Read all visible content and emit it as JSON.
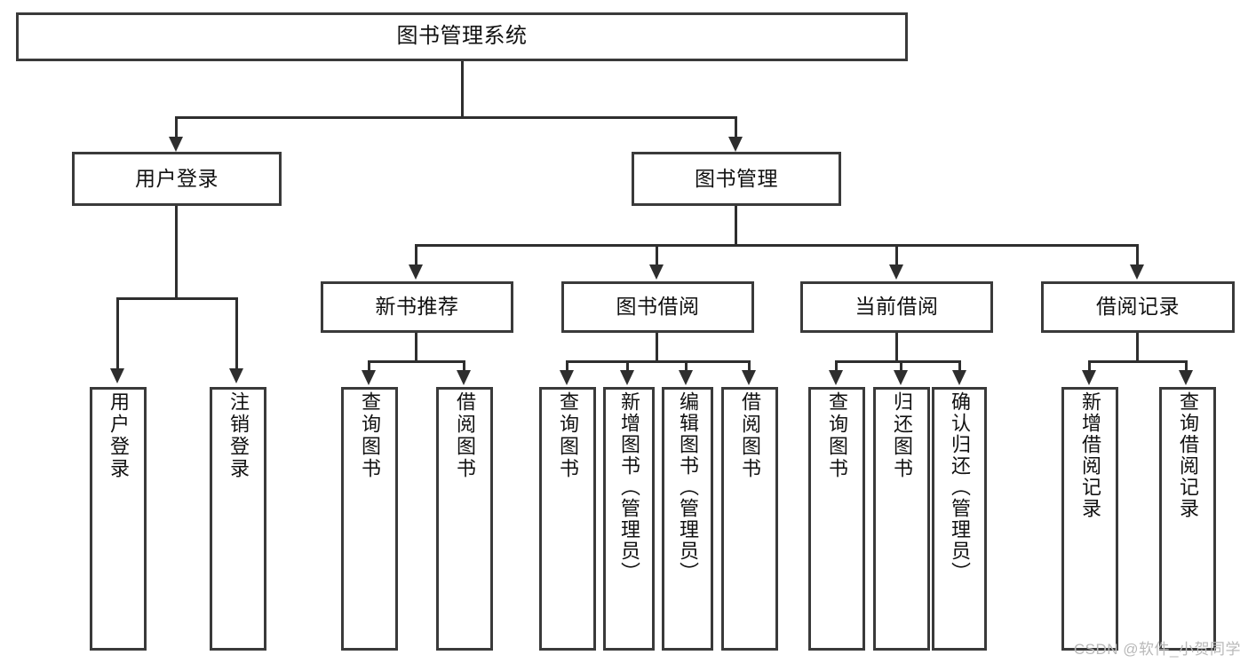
{
  "diagram": {
    "type": "tree",
    "title": "图书管理系统",
    "orientation": "top-down",
    "colors": {
      "box_border": "#3a3a3a",
      "box_fill": "#ffffff",
      "connector": "#2e2e2e",
      "text": "#111111",
      "watermark": "#b9b9b9"
    },
    "root": {
      "label": "图书管理系统",
      "children": [
        {
          "label": "用户登录",
          "children": [
            {
              "label": "用户登录"
            },
            {
              "label": "注销登录"
            }
          ]
        },
        {
          "label": "图书管理",
          "children": [
            {
              "label": "新书推荐",
              "children": [
                {
                  "label": "查询图书"
                },
                {
                  "label": "借阅图书"
                }
              ]
            },
            {
              "label": "图书借阅",
              "children": [
                {
                  "label": "查询图书"
                },
                {
                  "label": "新增图书（管理员）"
                },
                {
                  "label": "编辑图书（管理员）"
                },
                {
                  "label": "借阅图书"
                }
              ]
            },
            {
              "label": "当前借阅",
              "children": [
                {
                  "label": "查询图书"
                },
                {
                  "label": "归还图书"
                },
                {
                  "label": "确认归还（管理员）"
                }
              ]
            },
            {
              "label": "借阅记录",
              "children": [
                {
                  "label": "新增借阅记录"
                },
                {
                  "label": "查询借阅记录"
                }
              ]
            }
          ]
        }
      ]
    }
  },
  "nodes": {
    "root": "图书管理系统",
    "l1_user_login": "用户登录",
    "l1_book_manage": "图书管理",
    "l2_new_book_rec": "新书推荐",
    "l2_book_borrow": "图书借阅",
    "l2_current_borrow": "当前借阅",
    "l2_borrow_record": "借阅记录",
    "leaf_user_login": "用户登录",
    "leaf_logout": "注销登录",
    "leaf_rec_query_book": "查询图书",
    "leaf_rec_borrow_book": "借阅图书",
    "leaf_brw_query_book": "查询图书",
    "leaf_brw_add_book": "新增图书（管理员）",
    "leaf_brw_edit_book": "编辑图书（管理员）",
    "leaf_brw_borrow_book": "借阅图书",
    "leaf_cur_query_book": "查询图书",
    "leaf_cur_return_book": "归还图书",
    "leaf_cur_confirm_return": "确认归还（管理员）",
    "leaf_rec_add_record": "新增借阅记录",
    "leaf_rec_query_record": "查询借阅记录"
  },
  "watermark": {
    "text": "CSDN @软件_小贺同学"
  }
}
